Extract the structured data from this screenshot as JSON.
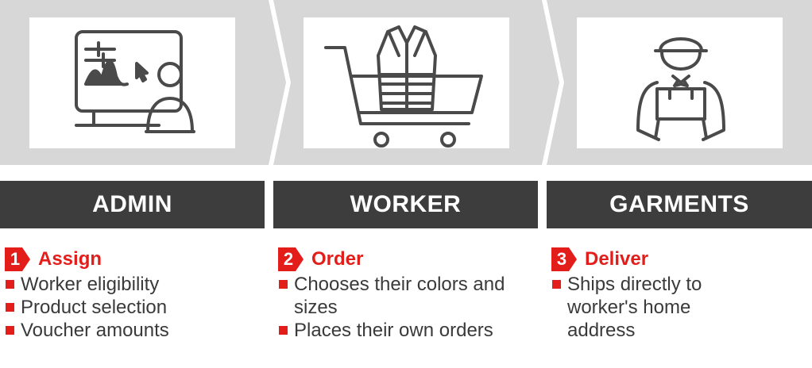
{
  "columns": [
    {
      "header": "ADMIN",
      "step_number": "1",
      "step_title": "Assign",
      "icon": "admin-computer-icon",
      "bullets": [
        "Worker eligibility",
        "Product selection",
        "Voucher amounts"
      ]
    },
    {
      "header": "WORKER",
      "step_number": "2",
      "step_title": "Order",
      "icon": "shopping-cart-vest-icon",
      "bullets": [
        "Chooses their colors and sizes",
        "Places their own orders"
      ]
    },
    {
      "header": "GARMENTS",
      "step_number": "3",
      "step_title": "Deliver",
      "icon": "delivery-person-icon",
      "bullets": [
        "Ships directly to worker's home address"
      ]
    }
  ],
  "colors": {
    "panel": "#d7d7d7",
    "band": "#3d3d3d",
    "accent": "#e31d1a",
    "icon_stroke": "#4a4a4a"
  }
}
